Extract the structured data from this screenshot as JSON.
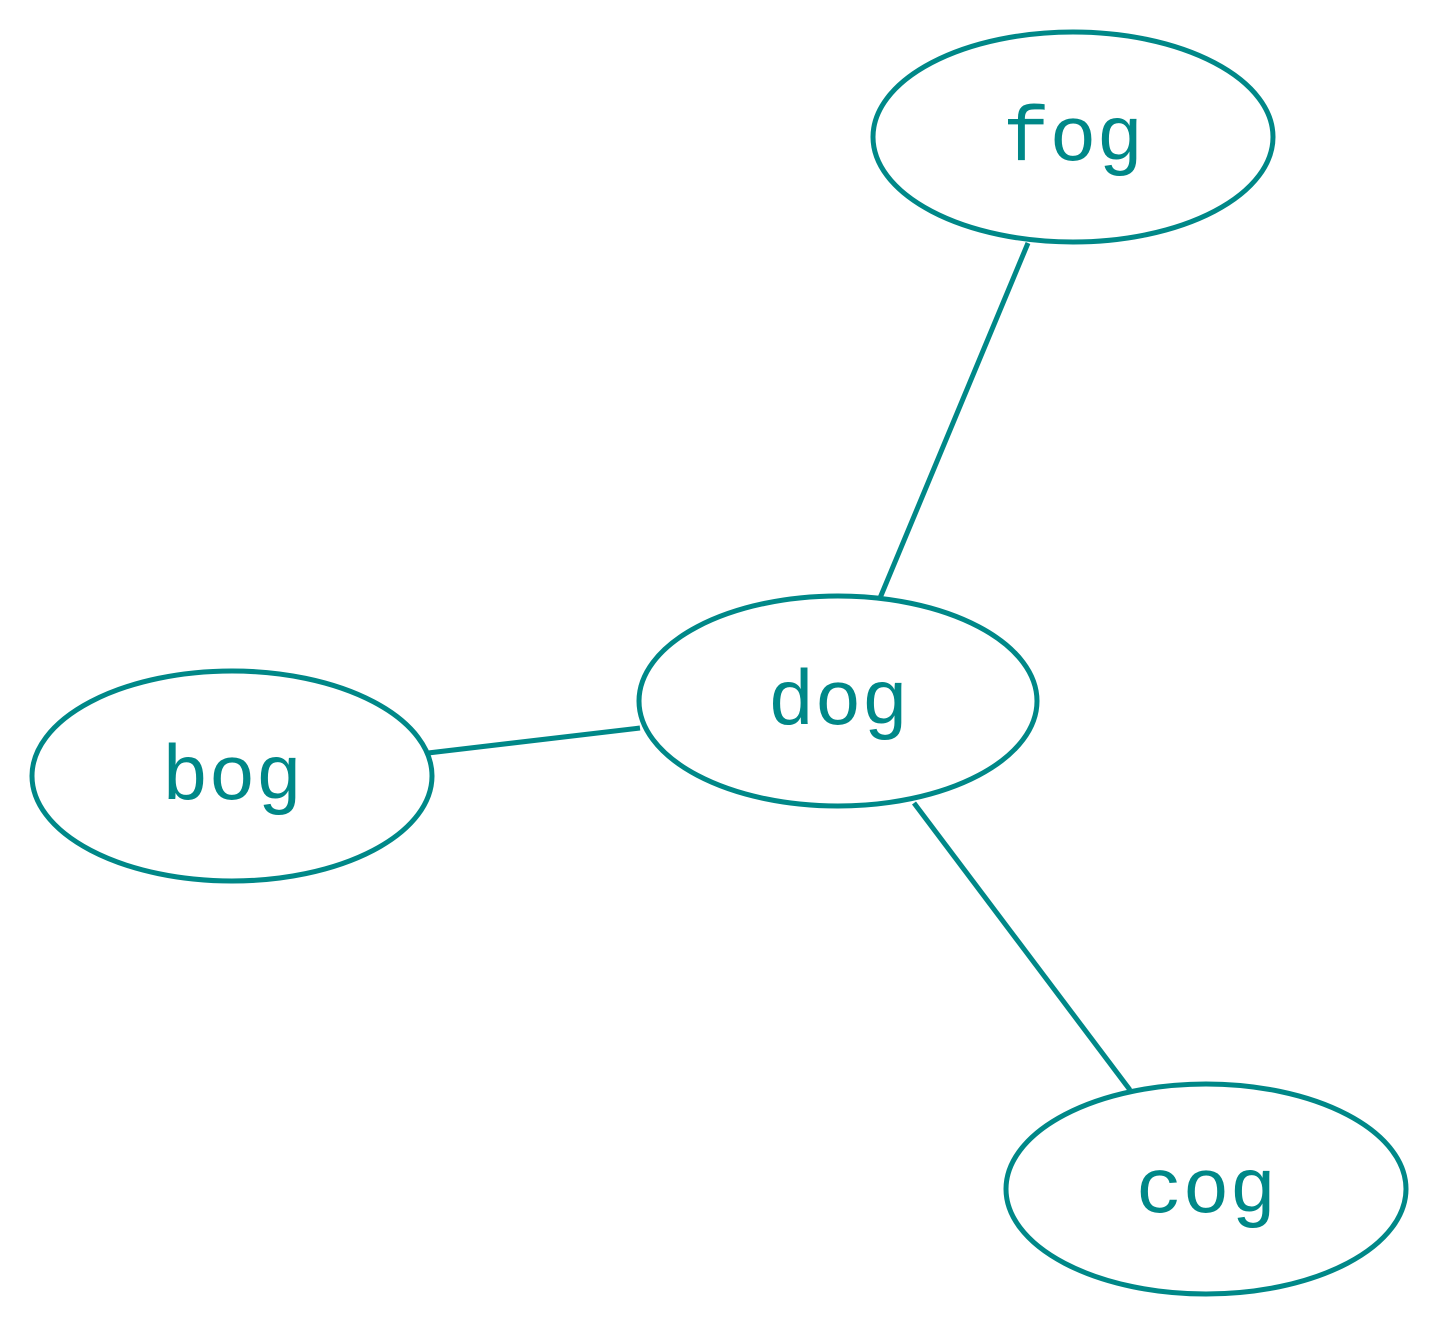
{
  "diagram": {
    "type": "undirected-graph",
    "colors": {
      "stroke": "#008888",
      "text": "#008888",
      "background": "#ffffff"
    },
    "nodes": [
      {
        "id": "fog",
        "label": "fog"
      },
      {
        "id": "dog",
        "label": "dog"
      },
      {
        "id": "bog",
        "label": "bog"
      },
      {
        "id": "cog",
        "label": "cog"
      }
    ],
    "edges": [
      {
        "from": "dog",
        "to": "fog"
      },
      {
        "from": "dog",
        "to": "bog"
      },
      {
        "from": "dog",
        "to": "cog"
      }
    ]
  }
}
